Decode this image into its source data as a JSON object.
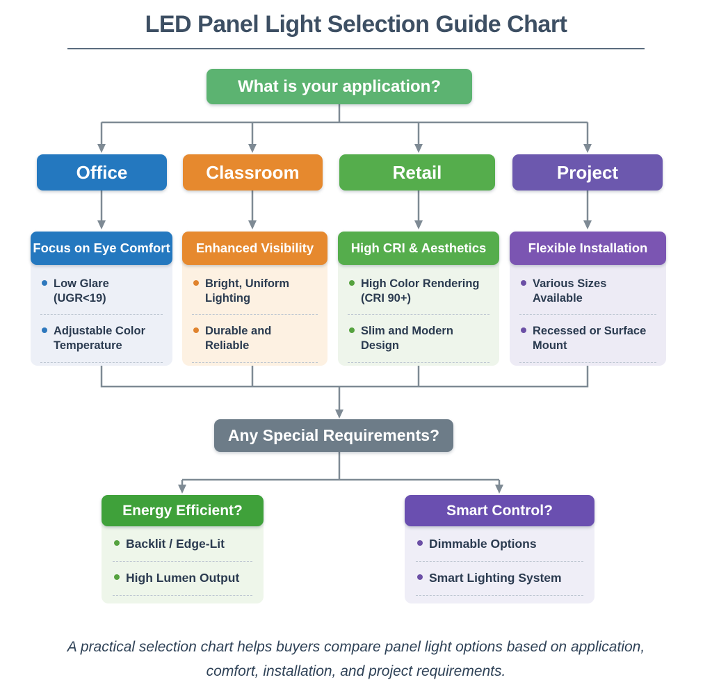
{
  "title": "LED Panel Light Selection Guide Chart",
  "root_question": "What is your application?",
  "columns": [
    {
      "name": "Office",
      "subtitle": "Focus on Eye Comfort",
      "items": [
        "Low Glare (UGR<19)",
        "Adjustable Color Temperature"
      ],
      "color": "#2478bf",
      "panel_color": "#edf0f7"
    },
    {
      "name": "Classroom",
      "subtitle": "Enhanced Visibility",
      "items": [
        "Bright, Uniform Lighting",
        "Durable and Reliable"
      ],
      "color": "#e6892e",
      "panel_color": "#fdf1e2"
    },
    {
      "name": "Retail",
      "subtitle": "High CRI & Aesthetics",
      "items": [
        "High Color Rendering (CRI 90+)",
        "Slim and Modern Design"
      ],
      "color": "#55ad4c",
      "panel_color": "#eef5eb"
    },
    {
      "name": "Project",
      "subtitle": "Flexible Installation",
      "items": [
        "Various Sizes Available",
        "Recessed or Surface Mount"
      ],
      "color": "#6c58ae",
      "panel_color": "#edebf5"
    }
  ],
  "second_question": "Any Special Requirements?",
  "second_question_color": "#6d7c88",
  "bottom_cards": [
    {
      "title": "Energy Efficient?",
      "items": [
        "Backlit / Edge-Lit",
        "High Lumen Output"
      ],
      "color": "#3fa13a",
      "panel_color": "#eef6ea"
    },
    {
      "title": "Smart Control?",
      "items": [
        "Dimmable Options",
        "Smart Lighting System"
      ],
      "color": "#6a4fb0",
      "panel_color": "#efeef7"
    }
  ],
  "caption_line1": "A practical selection chart helps buyers compare panel light options based on application,",
  "caption_line2": "comfort, installation, and project requirements.",
  "colors": {
    "title_text": "#3d4f63",
    "root_green": "#5cb371",
    "connector_gray": "#7e8a94",
    "bullet_text": "#2b3b50",
    "dashed_separator": "#bdc6d1"
  }
}
